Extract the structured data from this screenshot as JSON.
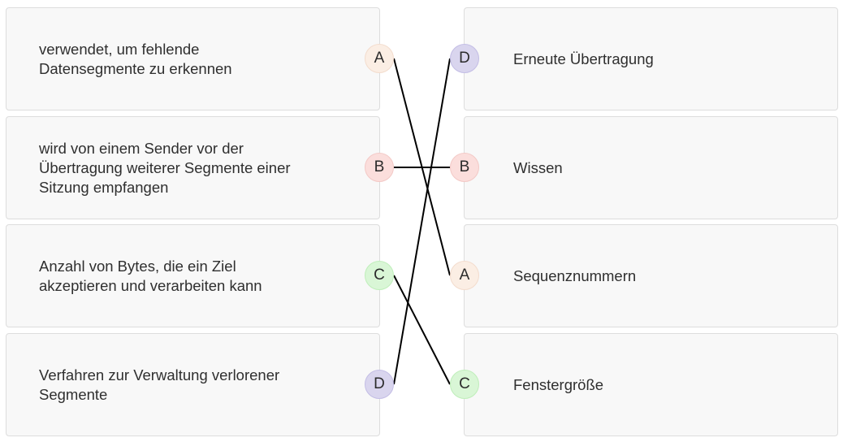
{
  "left_items": [
    {
      "key": "A",
      "text": "verwendet, um fehlende Datensegmente zu erkennen"
    },
    {
      "key": "B",
      "text": "wird von einem Sender vor der Übertragung weiterer Segmente einer Sitzung empfangen"
    },
    {
      "key": "C",
      "text": "Anzahl von Bytes, die ein Ziel akzeptieren und verarbeiten kann"
    },
    {
      "key": "D",
      "text": "Verfahren zur Verwaltung verlorener Segmente"
    }
  ],
  "right_items": [
    {
      "key": "D",
      "text": "Erneute Übertragung"
    },
    {
      "key": "B",
      "text": "Wissen"
    },
    {
      "key": "A",
      "text": "Sequenznummern"
    },
    {
      "key": "C",
      "text": "Fenstergröße"
    }
  ],
  "colors": {
    "A": "#fbeee4",
    "B": "#fbdedc",
    "C": "#d9f6d6",
    "D": "#d9d5ee",
    "connector": "#000000"
  }
}
